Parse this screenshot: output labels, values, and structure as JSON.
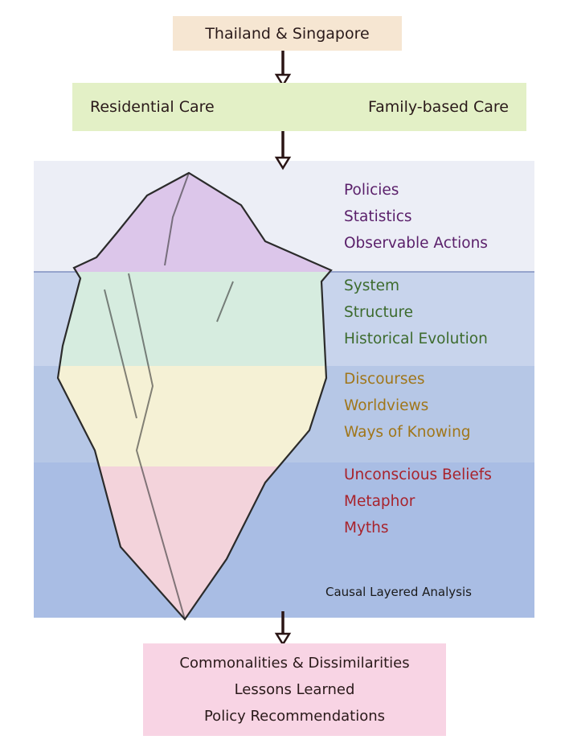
{
  "source_box": {
    "label": "Thailand & Singapore"
  },
  "transition_box": {
    "from": "Residential Care",
    "to": "Family-based Care"
  },
  "iceberg": {
    "layers": [
      {
        "color": "#5a1f6a",
        "items": [
          "Policies",
          "Statistics",
          "Observable Actions"
        ]
      },
      {
        "color": "#3d6b2e",
        "items": [
          "System",
          "Structure",
          "Historical Evolution"
        ]
      },
      {
        "color": "#a0761a",
        "items": [
          "Discourses",
          "Worldviews",
          "Ways of Knowing"
        ]
      },
      {
        "color": "#a8232c",
        "items": [
          "Unconscious Beliefs",
          "Metaphor",
          "Myths"
        ]
      }
    ],
    "caption": "Causal Layered Analysis"
  },
  "output_box": {
    "lines": [
      "Commonalities & Dissimilarities",
      "Lessons Learned",
      "Policy Recommendations"
    ]
  }
}
